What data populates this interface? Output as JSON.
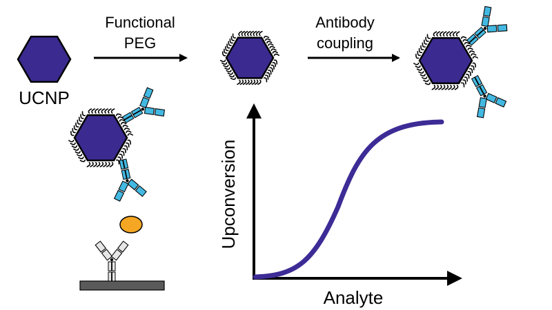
{
  "labels": {
    "ucnp": "UCNP",
    "step1_line1": "Functional",
    "step1_line2": "PEG",
    "step2_line1": "Antibody",
    "step2_line2": "coupling",
    "ylabel": "Upconversion",
    "xlabel": "Analyte"
  },
  "colors": {
    "nanoparticle": "#3b2a8f",
    "antibody": "#43b9e2",
    "capture_antibody": "#e6e6e6",
    "analyte": "#f5a623",
    "substrate": "#5a5a5a",
    "curve": "#3d2b96"
  },
  "icons": {
    "bare": "hexagon-nanoparticle-icon",
    "peg": "peg-coated-nanoparticle-icon",
    "conjugate": "antibody-conjugated-nanoparticle-icon",
    "assay": "sandwich-immunoassay-icon"
  }
}
